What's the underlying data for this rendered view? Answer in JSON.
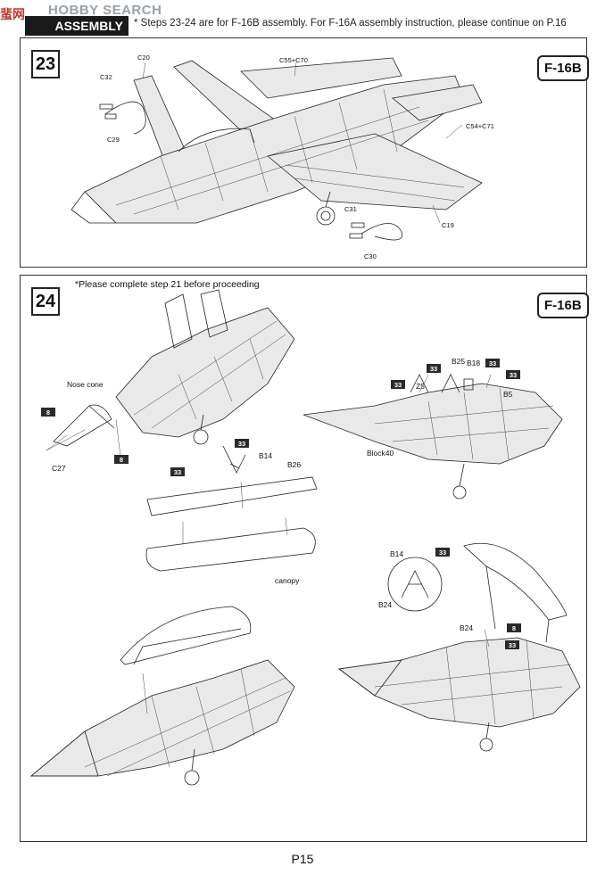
{
  "watermark": {
    "brand": "HOBBY SEARCH",
    "cn": "蜚网"
  },
  "header": {
    "tab_label": "ASSEMBLY",
    "note": "* Steps 23-24 are for F-16B assembly. For F-16A assembly instruction, please continue on P.16"
  },
  "step23": {
    "number": "23",
    "variant": "F-16B",
    "labels": {
      "c20": "C20",
      "c32": "C32",
      "c29": "C29",
      "c55c70": "C55+C70",
      "c54c71": "C54+C71",
      "c31": "C31",
      "c30": "C30",
      "c19": "C19"
    }
  },
  "step24": {
    "number": "24",
    "variant": "F-16B",
    "note": "*Please complete step 21 before proceeding",
    "labels": {
      "nose_cone": "Nose cone",
      "c27": "C27",
      "b14": "B14",
      "b26": "B26",
      "canopy": "canopy",
      "block40": "Block40",
      "b25": "B25",
      "b18": "B18",
      "b5": "B5",
      "z5": "Z5",
      "b14b": "B14",
      "b24a": "B24",
      "b24b": "B24"
    },
    "tags": {
      "t8": "8",
      "t33": "33"
    }
  },
  "page": {
    "number": "P15"
  }
}
